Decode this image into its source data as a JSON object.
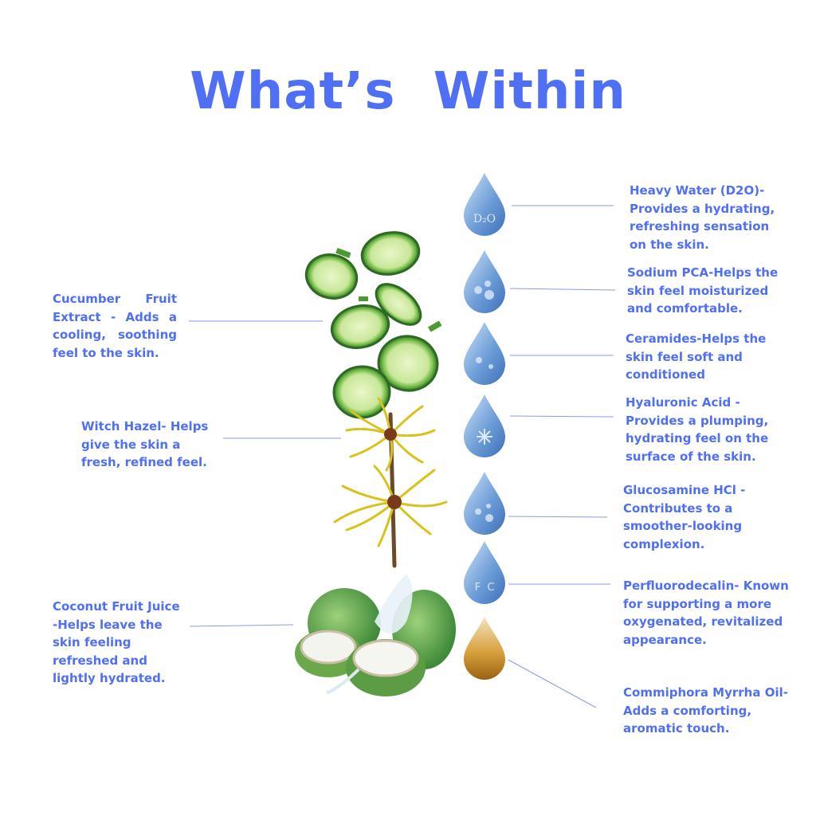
{
  "title": "What’s  Within",
  "colors": {
    "accent": "#4f6ff4",
    "line": "#8a9ae8",
    "drop": "#5b8fd6",
    "oil_drop": "#c98b1e"
  },
  "left_ingredients": [
    {
      "name": "cucumber",
      "text": "Cucumber Fruit Extract - Adds a cooling, soothing feel to the skin.",
      "image": "cucumber-slices-icon"
    },
    {
      "name": "witch-hazel",
      "text": "Witch Hazel- Helps give the skin a fresh, refined feel.",
      "image": "witch-hazel-flower-icon"
    },
    {
      "name": "coconut",
      "text": "Coconut Fruit Juice -Helps leave the skin feeling refreshed and lightly hydrated.",
      "image": "coconut-icon"
    }
  ],
  "right_ingredients": [
    {
      "name": "heavy-water",
      "text": "Heavy Water (D2O)- Provides a hydrating, refreshing sensation on the skin.",
      "drop_label": "D₂O",
      "icon": "water-drop-icon"
    },
    {
      "name": "sodium-pca",
      "text": "Sodium PCA-Helps the skin feel moisturized and comfortable.",
      "drop_label": "",
      "icon": "water-drop-icon"
    },
    {
      "name": "ceramides",
      "text": "Ceramides-Helps the skin feel soft and conditioned",
      "drop_label": "",
      "icon": "water-drop-icon"
    },
    {
      "name": "hyaluronic-acid",
      "text": "Hyaluronic Acid - Provides a plumping, hydrating feel on the surface of the skin.",
      "drop_label": "",
      "icon": "snowflake-drop-icon"
    },
    {
      "name": "glucosamine",
      "text": "Glucosamine HCl - Contributes to a smoother-looking complexion.",
      "drop_label": "",
      "icon": "water-drop-icon"
    },
    {
      "name": "perfluorodecalin",
      "text": "Perfluorodecalin- Known for supporting a more oxygenated, revitalized appearance.",
      "drop_label": "F  C",
      "icon": "water-drop-icon"
    },
    {
      "name": "myrrh",
      "text": "Commiphora Myrrha Oil-Adds a comforting, aromatic touch.",
      "drop_label": "",
      "icon": "oil-drop-icon"
    }
  ]
}
